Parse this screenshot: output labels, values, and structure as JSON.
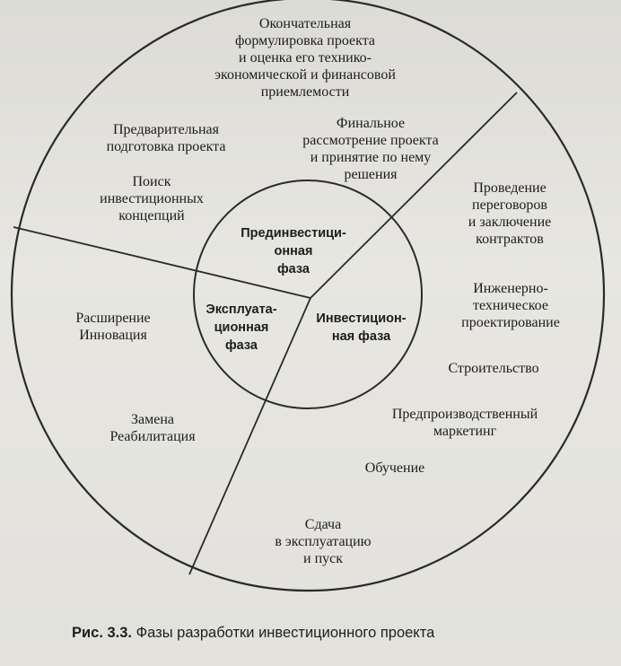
{
  "outer_labels": {
    "final_formulation": "Окончательная\nформулировка проекта\nи оценка его технико-\nэкономической и финансовой\nприемлемости",
    "preliminary_prep": "Предварительная\nподготовка проекта",
    "final_review": "Финальное\nрассмотрение проекта\nи принятие по нему\nрешения",
    "search_concepts": "Поиск\nинвестиционных\nконцепций",
    "negotiations": "Проведение\nпереговоров\nи заключение\nконтрактов",
    "engineering": "Инженерно-\nтехническое\nпроектирование",
    "expansion": "Расширение\nИнновация",
    "construction": "Строительство",
    "replacement": "Замена\nРеабилитация",
    "marketing": "Предпроизводственный\nмаркетинг",
    "training": "Обучение",
    "commissioning": "Сдача\nв эксплуатацию\nи пуск"
  },
  "inner_labels": {
    "pre_investment": "Прединвестици-\nонная\nфаза",
    "operational": "Эксплуата-\nционная\nфаза",
    "investment": "Инвестицион-\nная фаза"
  },
  "caption": {
    "number": "Рис. 3.3.",
    "text": " Фазы разработки инвестиционного проекта"
  }
}
